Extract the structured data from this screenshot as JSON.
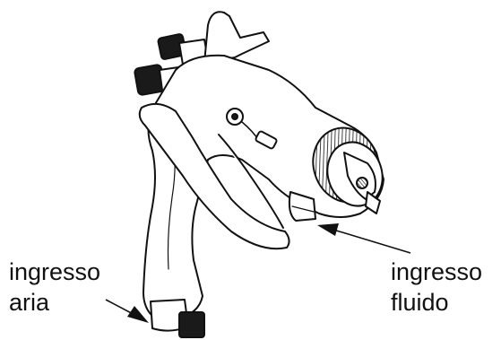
{
  "labels": {
    "air_inlet_line1": "ingresso",
    "air_inlet_line2": "aria",
    "fluid_inlet_line1": "ingresso",
    "fluid_inlet_line2": "fluido"
  },
  "colors": {
    "line": "#111111",
    "body": "#ffffff",
    "shade": "#d8d8d8",
    "dark": "#1a1a1a"
  }
}
